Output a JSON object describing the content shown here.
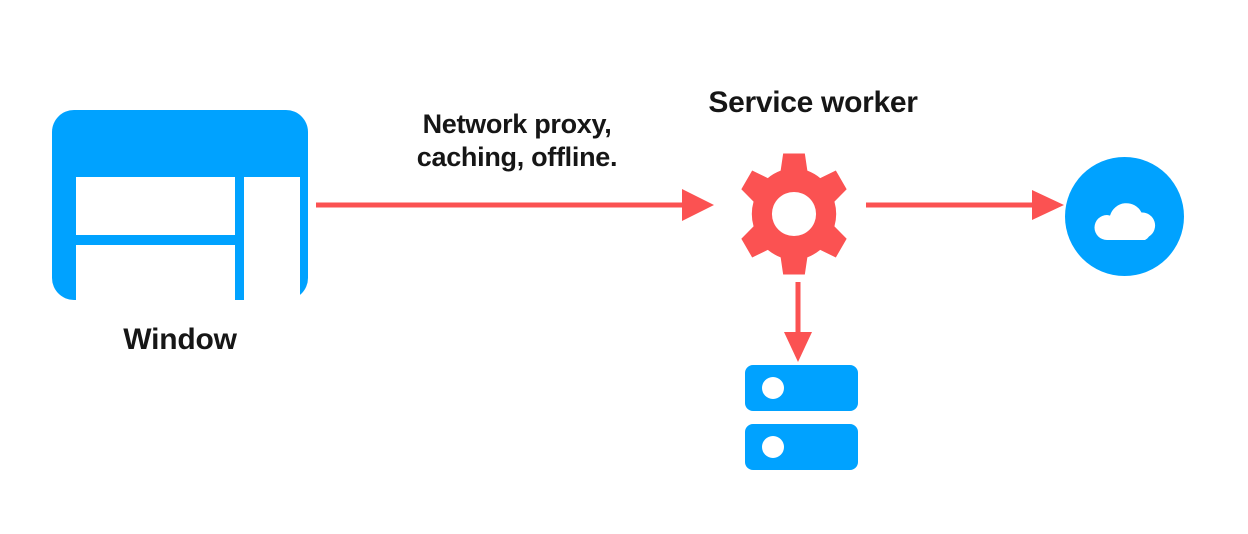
{
  "diagram": {
    "title": "Service worker network proxy diagram",
    "background": "#ffffff",
    "colors": {
      "blue": "#00a2ff",
      "red": "#fb5252",
      "ink": "#161616",
      "white": "#ffffff"
    },
    "nodes": {
      "window": {
        "label": "Window",
        "icon": "browser-window-icon",
        "color": "#00a2ff"
      },
      "service_worker": {
        "label": "Service worker",
        "icon": "gear-icon",
        "color": "#fb5252"
      },
      "cloud": {
        "label": "",
        "icon": "cloud-icon",
        "color": "#00a2ff"
      },
      "database": {
        "label": "",
        "icon": "database-icon",
        "color": "#00a2ff"
      }
    },
    "edges": {
      "window_to_sw": {
        "label": "Network proxy,\ncaching, offline.",
        "direction": "right",
        "color": "#fb5252"
      },
      "sw_to_cloud": {
        "label": "",
        "direction": "right",
        "color": "#fb5252"
      },
      "sw_to_db": {
        "label": "",
        "direction": "down",
        "color": "#fb5252"
      }
    }
  }
}
